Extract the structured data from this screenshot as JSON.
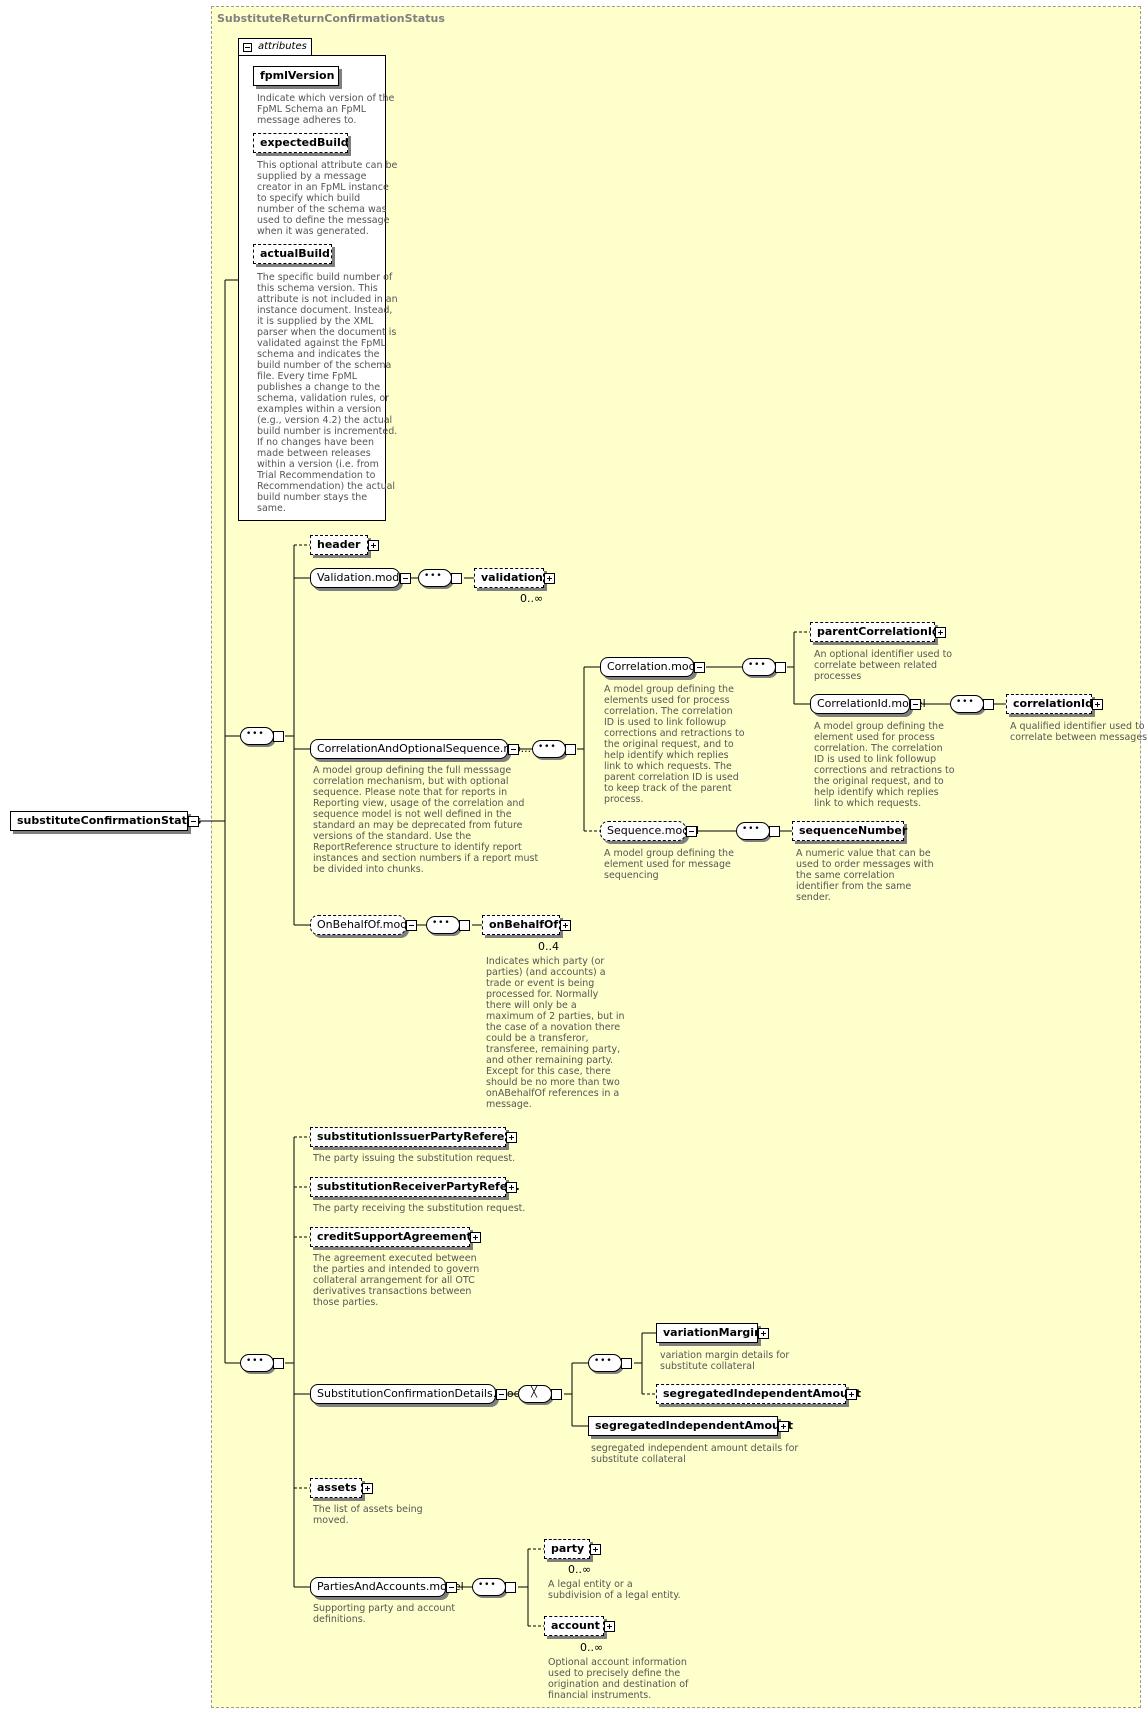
{
  "complex_type": "SubstituteReturnConfirmationStatus",
  "root": "substituteConfirmationStatus",
  "attributes": {
    "tab": "attributes",
    "items": [
      {
        "name": "fpmlVersion",
        "desc": "Indicate which version of the\nFpML Schema an FpML\nmessage adheres to."
      },
      {
        "name": "expectedBuild",
        "desc": "This optional attribute can be\nsupplied by a message\ncreator in an FpML instance\nto specify which build\nnumber of the schema was\nused to define the message\nwhen it was generated."
      },
      {
        "name": "actualBuild",
        "desc": "The specific build number of\nthis schema version. This\nattribute is not included in an\ninstance document. Instead,\nit is supplied by the XML\nparser when the document is\nvalidated against the FpML\nschema and indicates the\nbuild number of the schema\nfile. Every time FpML\npublishes a change to the\nschema, validation rules, or\nexamples within a version\n(e.g., version 4.2) the actual\nbuild number is incremented.\nIf no changes have been\nmade between releases\nwithin a version (i.e. from\nTrial Recommendation to\nRecommendation) the actual\nbuild number stays the\nsame."
      }
    ]
  },
  "elements": {
    "header": "header",
    "validation_model": "Validation.model",
    "validation": "validation",
    "validation_card": "0..∞",
    "corr_opt_seq": "CorrelationAndOptionalSequence.mo...",
    "corr_opt_seq_desc": "A model group defining the full messsage\ncorrelation mechanism, but with optional\nsequence. Please note that for reports in\nReporting view, usage of the correlation and\nsequence model is not well defined in the\nstandard an may be deprecated from future\nversions of the standard. Use the\nReportReference structure to identify report\ninstances and section numbers if a report must\nbe divided into chunks.",
    "correlation_model": "Correlation.model",
    "correlation_model_desc": "A model group defining the\nelements used for process\ncorrelation. The correlation\nID is used to link followup\ncorrections and retractions to\nthe original request, and to\nhelp identify which replies\nlink to which requests. The\nparent correlation ID is used\nto keep track of the parent\nprocess.",
    "parent_correlation_id": "parentCorrelationId",
    "parent_correlation_id_desc": "An optional identifier used to\ncorrelate between related\nprocesses",
    "correlation_id_model": "CorrelationId.model",
    "correlation_id_model_desc": "A model group defining the\nelement used for process\ncorrelation. The correlation\nID is used to link followup\ncorrections and retractions to\nthe original request, and to\nhelp identify which replies\nlink to which requests.",
    "correlation_id": "correlationId",
    "correlation_id_desc": "A qualified identifier used to\ncorrelate between messages",
    "sequence_model": "Sequence.model",
    "sequence_model_desc": "A model group defining the\nelement used for message\nsequencing",
    "sequence_number": "sequenceNumber",
    "sequence_number_desc": "A numeric value that can be\nused to order messages with\nthe same correlation\nidentifier from the same\nsender.",
    "on_behalf_of_model": "OnBehalfOf.model",
    "on_behalf_of": "onBehalfOf",
    "on_behalf_of_card": "0..4",
    "on_behalf_of_desc": "Indicates which party (or\nparties) (and accounts) a\ntrade or event is being\nprocessed for. Normally\nthere will only be a\nmaximum of 2 parties, but in\nthe case of a novation there\ncould be a transferor,\ntransferee, remaining party,\nand other remaining party.\nExcept for this case, there\nshould be no more than two\nonABehalfOf references in a\nmessage.",
    "issuer_ref": "substitutionIssuerPartyRefere...",
    "issuer_ref_desc": "The party issuing the substitution request.",
    "receiver_ref": "substitutionReceiverPartyRefe...",
    "receiver_ref_desc": "The party receiving the substitution request.",
    "csa": "creditSupportAgreement",
    "csa_desc": "The agreement executed between\nthe parties and intended to govern\ncollateral arrangement for all OTC\nderivatives transactions between\nthose parties.",
    "details_model": "SubstitutionConfirmationDetails.model",
    "variation_margin": "variationMargin",
    "variation_margin_desc": "variation margin details for\nsubstitute collateral",
    "sia_opt": "segregatedIndependentAmount",
    "sia": "segregatedIndependentAmount",
    "sia_desc": "segregated independent amount details for\nsubstitute collateral",
    "assets": "assets",
    "assets_desc": "The list of assets being\nmoved.",
    "parties_model": "PartiesAndAccounts.model",
    "parties_model_desc": "Supporting party and account\ndefinitions.",
    "party": "party",
    "party_card": "0..∞",
    "party_desc": "A legal entity or a\nsubdivision of a legal entity.",
    "account": "account",
    "account_card": "0..∞",
    "account_desc": "Optional account information\nused to precisely define the\norigination and destination of\nfinancial instruments."
  }
}
